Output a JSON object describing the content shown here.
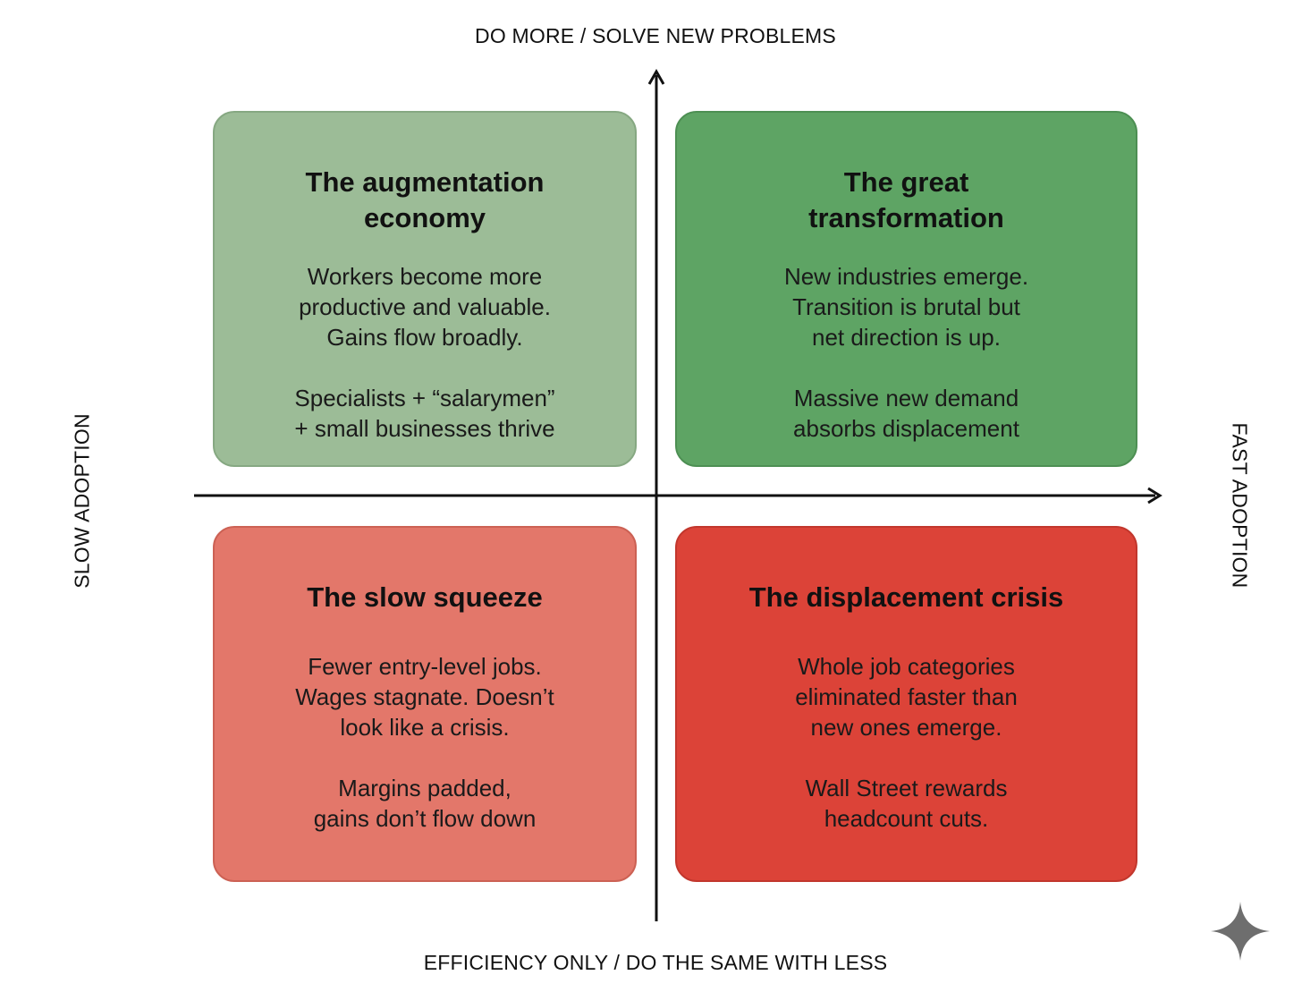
{
  "axes": {
    "top": "DO MORE / SOLVE NEW PROBLEMS",
    "bottom": "EFFICIENCY ONLY / DO THE SAME WITH LESS",
    "left": "SLOW ADOPTION",
    "right": "FAST ADOPTION"
  },
  "quadrants": {
    "top_left": {
      "title": "The augmentation\neconomy",
      "description": "Workers become more\nproductive and valuable.\nGains flow broadly.",
      "note": "Specialists + “salarymen”\n+ small businesses thrive",
      "color": "#9cbc97"
    },
    "top_right": {
      "title": "The great\ntransformation",
      "description": "New industries emerge.\nTransition is brutal but\nnet direction is up.",
      "note": "Massive new demand\nabsorbs displacement",
      "color": "#5ea464"
    },
    "bottom_left": {
      "title": "The slow squeeze",
      "description": "Fewer entry-level jobs.\nWages stagnate. Doesn’t\nlook like a crisis.",
      "note": "Margins padded,\ngains don’t flow down",
      "color": "#e3776a"
    },
    "bottom_right": {
      "title": "The displacement crisis",
      "description": "Whole job categories\neliminated faster than\nnew ones emerge.",
      "note": "Wall Street rewards\nheadcount cuts.",
      "color": "#dc4338"
    }
  },
  "icons": {
    "corner": "sparkle-icon"
  }
}
